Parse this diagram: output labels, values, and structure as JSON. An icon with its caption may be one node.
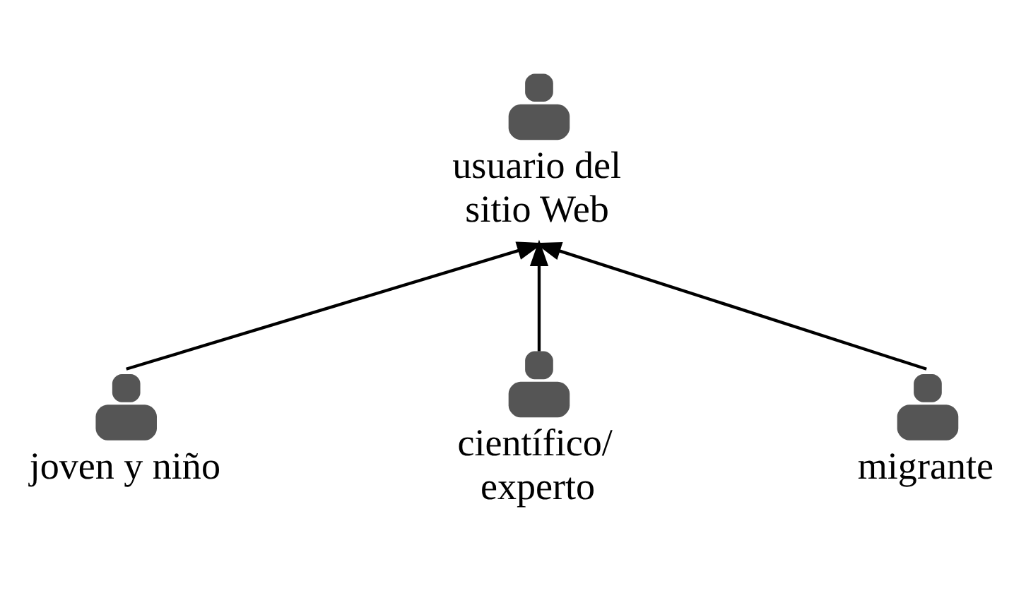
{
  "diagram": {
    "nodes": [
      {
        "text": [
          "usuario del sitio Web"
        ]
      },
      {
        "text": [
          "joven y niño"
        ]
      },
      {
        "text": [
          "científico/ experto"
        ]
      },
      {
        "text": [
          "migrante"
        ]
      }
    ],
    "edges": [
      {
        "from": 1,
        "to": 0,
        "arrow": "to"
      },
      {
        "from": 2,
        "to": 0,
        "arrow": "to"
      },
      {
        "from": 3,
        "to": 0,
        "arrow": "to"
      }
    ]
  }
}
